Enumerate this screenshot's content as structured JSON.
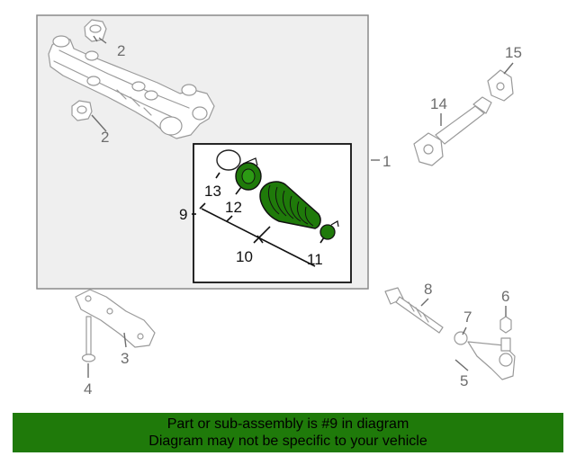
{
  "diagram": {
    "callouts": {
      "c1": "1",
      "c2a": "2",
      "c2b": "2",
      "c3": "3",
      "c4": "4",
      "c5": "5",
      "c6": "6",
      "c7": "7",
      "c8": "8",
      "c9": "9",
      "c10": "10",
      "c11": "11",
      "c12": "12",
      "c13": "13",
      "c14": "14",
      "c15": "15"
    },
    "highlight_color": "#1f7a0a"
  },
  "banner": {
    "line1": "Part or sub-assembly is #9 in diagram",
    "line2": "Diagram may not be specific to your vehicle"
  }
}
